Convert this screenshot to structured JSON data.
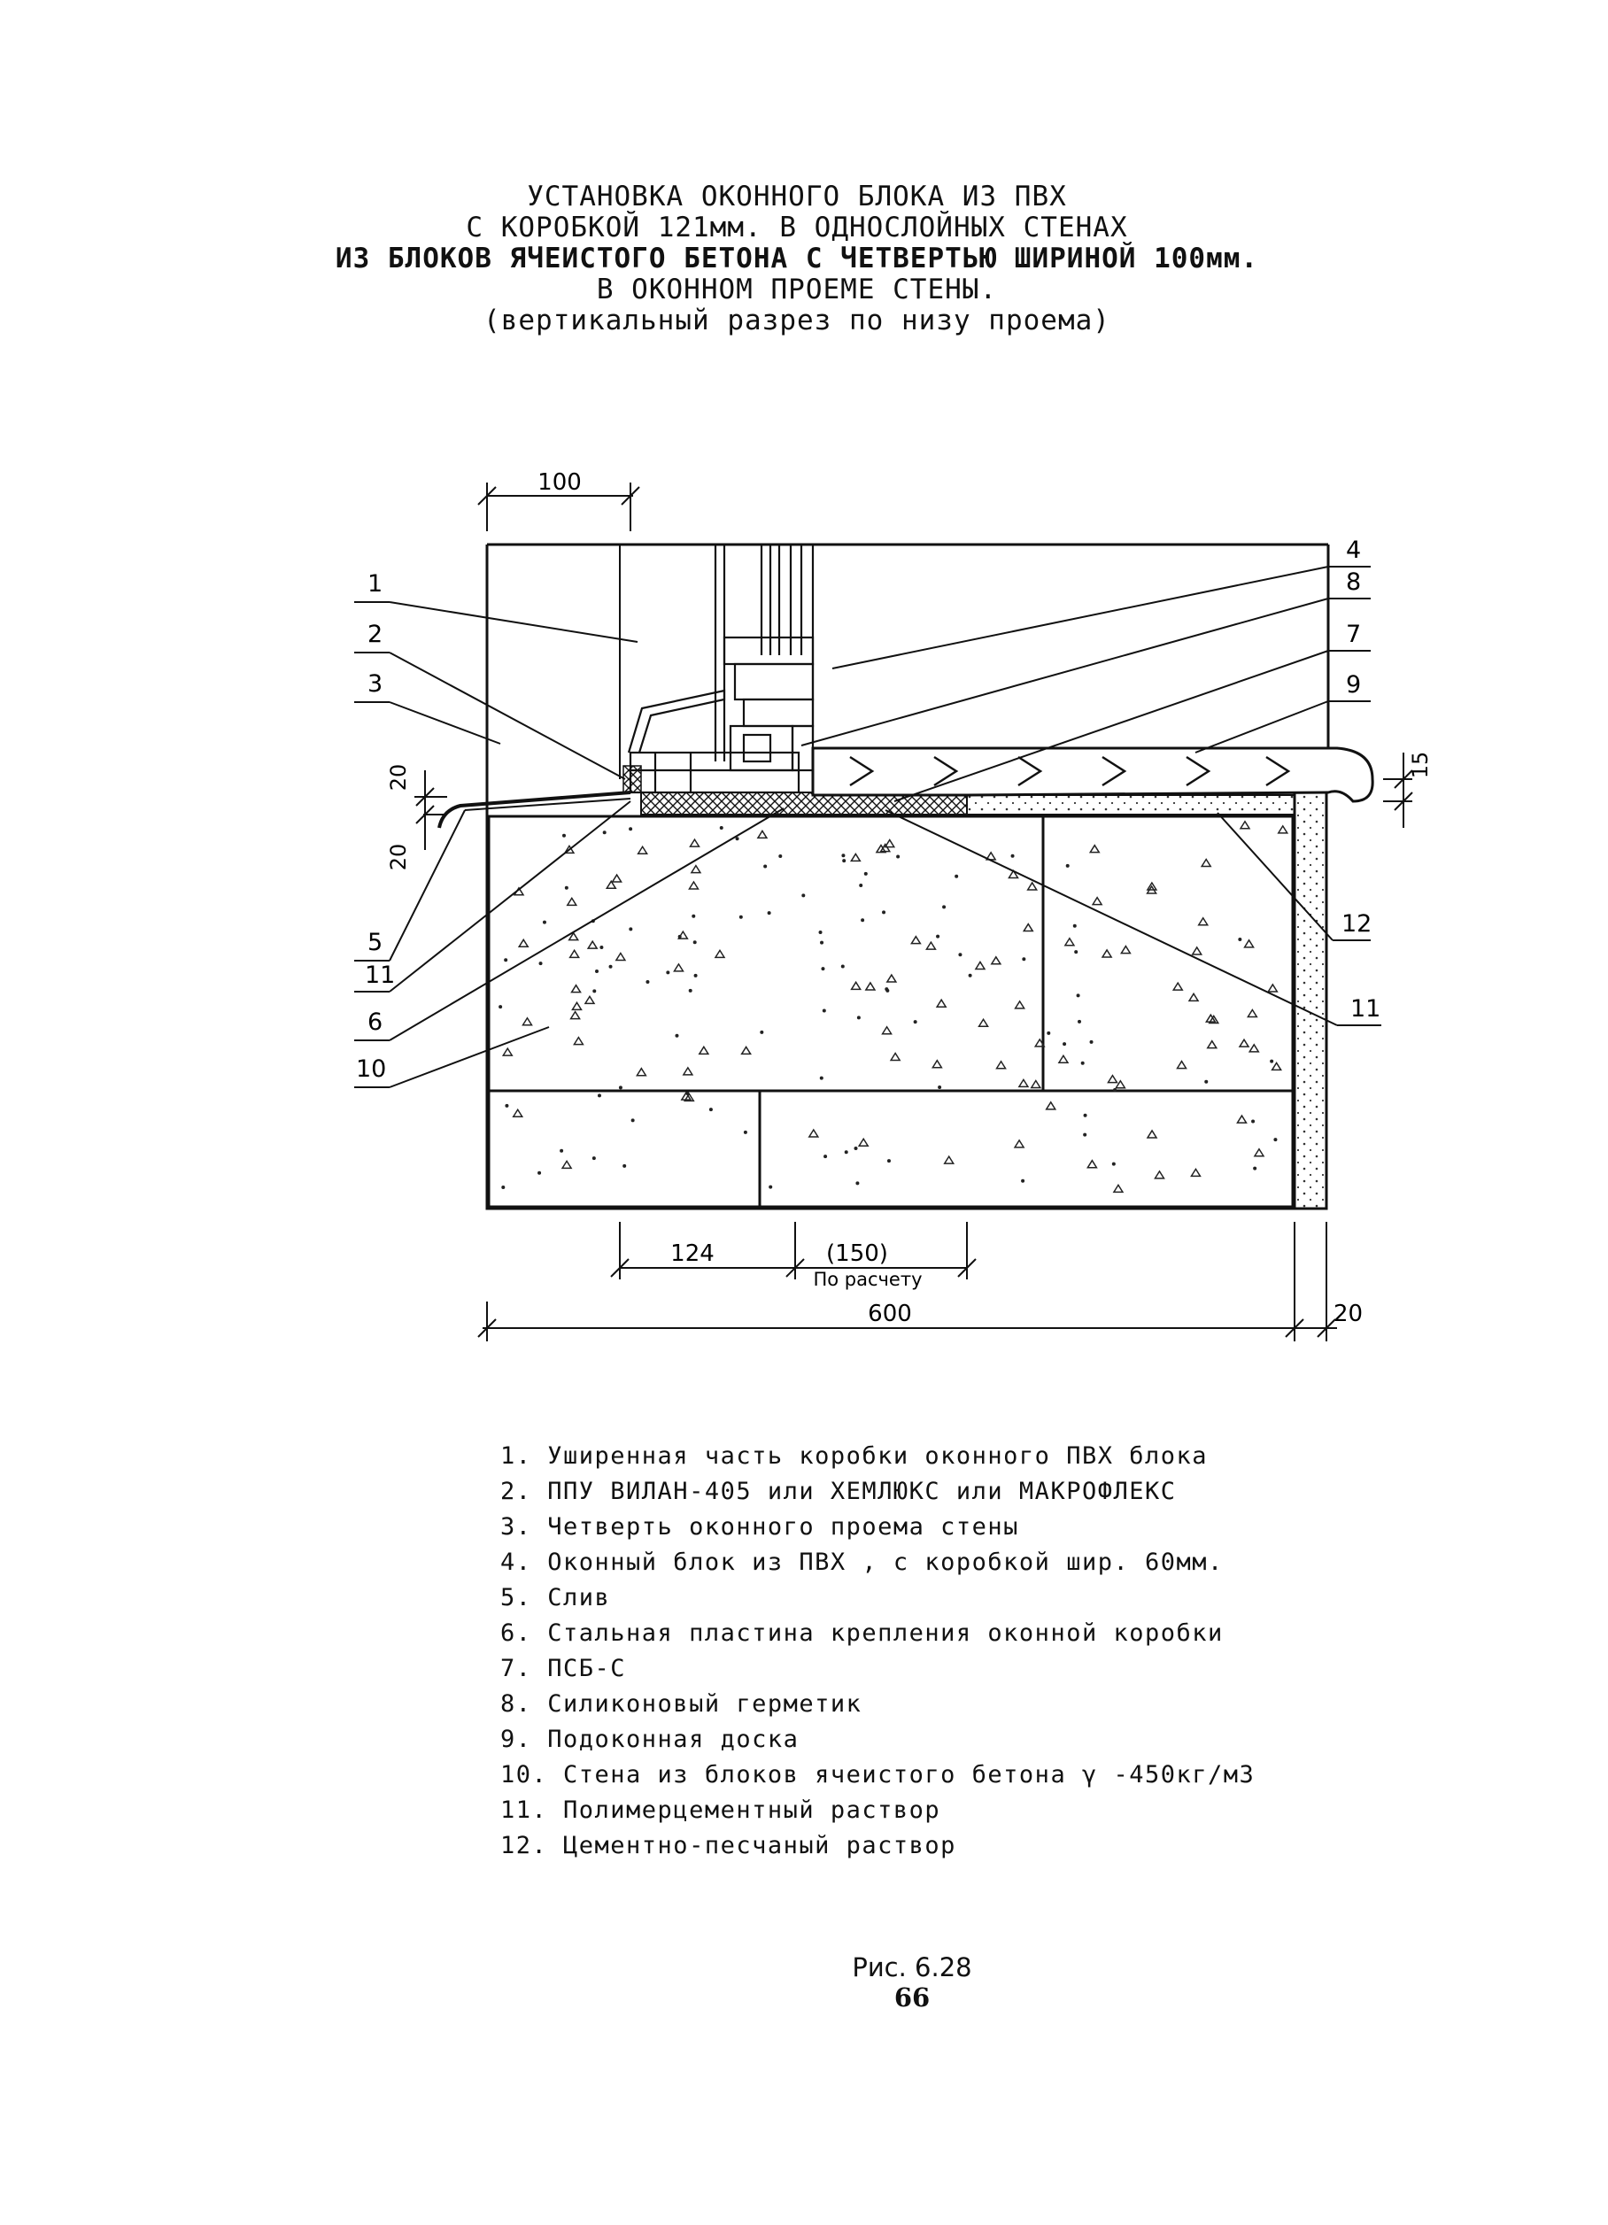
{
  "title": {
    "lines": [
      "УСТАНОВКА ОКОННОГО БЛОКА ИЗ ПВХ",
      "С КОРОБКОЙ 121мм. В ОДНОСЛОЙНЫХ СТЕНАХ",
      "ИЗ БЛОКОВ ЯЧЕИСТОГО БЕТОНА С ЧЕТВЕРТЬЮ ШИРИНОЙ 100мм.",
      "В ОКОННОМ ПРОЕМЕ СТЕНЫ.",
      "(вертикальный разрез по низу проема)"
    ]
  },
  "drawing": {
    "dims": {
      "d100": "100",
      "d124": "124",
      "d150": "(150)",
      "by_calc": "По расчету",
      "d600": "600",
      "d20_bottom": "20",
      "d20_left_top": "20",
      "d20_left_bottom": "20",
      "d15": "15"
    },
    "callouts": {
      "left": [
        "1",
        "2",
        "3",
        "5",
        "11",
        "6",
        "10"
      ],
      "right": [
        "4",
        "8",
        "7",
        "9",
        "12",
        "11"
      ]
    }
  },
  "legend": [
    "1. Уширенная часть коробки оконного ПВХ блока",
    "2. ППУ ВИЛАН-405 или ХЕМЛЮКС или МАКРОФЛЕКС",
    "3. Четверть оконного проема стены",
    "4. Оконный блок из ПВХ , с коробкой шир. 60мм.",
    "5. Слив",
    "6. Стальная пластина крепления оконной коробки",
    "7. ПСБ-С",
    "8. Силиконовый герметик",
    "9. Подоконная доска",
    "10. Стена из блоков ячеистого бетона  γ -450кг/м3",
    "11. Полимерцементный раствор",
    "12. Цементно-песчаный раствор"
  ],
  "caption": {
    "figure": "Рис. 6.28",
    "page": "66"
  }
}
